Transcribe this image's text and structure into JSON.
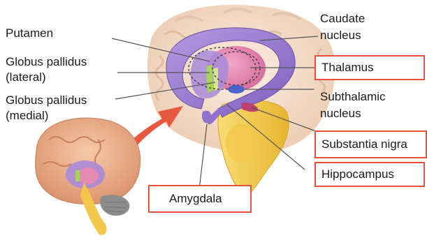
{
  "labels": {
    "putamen": "Putamen",
    "globus_pallidus_lateral_1": "Globus pallidus",
    "globus_pallidus_lateral_2": "(lateral)",
    "globus_pallidus_medial_1": "Globus pallidus",
    "globus_pallidus_medial_2": "(medial)",
    "caudate_nucleus_1": "Caudate",
    "caudate_nucleus_2": "nucleus",
    "subthalamic_nucleus_1": "Subthalamic",
    "subthalamic_nucleus_2": "nucleus"
  },
  "boxed_labels": {
    "thalamus": "Thalamus",
    "substantia_nigra": "Substantia nigra",
    "hippocampus": "Hippocampus",
    "amygdala": "Amygdala"
  },
  "colors": {
    "box_border": "#e8503a",
    "cortex": "#f3d9c4",
    "caudate": "#9b7fd1",
    "thalamus": "#e58ab0",
    "arrow": "#e8583f",
    "brainstem": "#f5cf4e",
    "cerebellum": "#8c8c8c"
  }
}
